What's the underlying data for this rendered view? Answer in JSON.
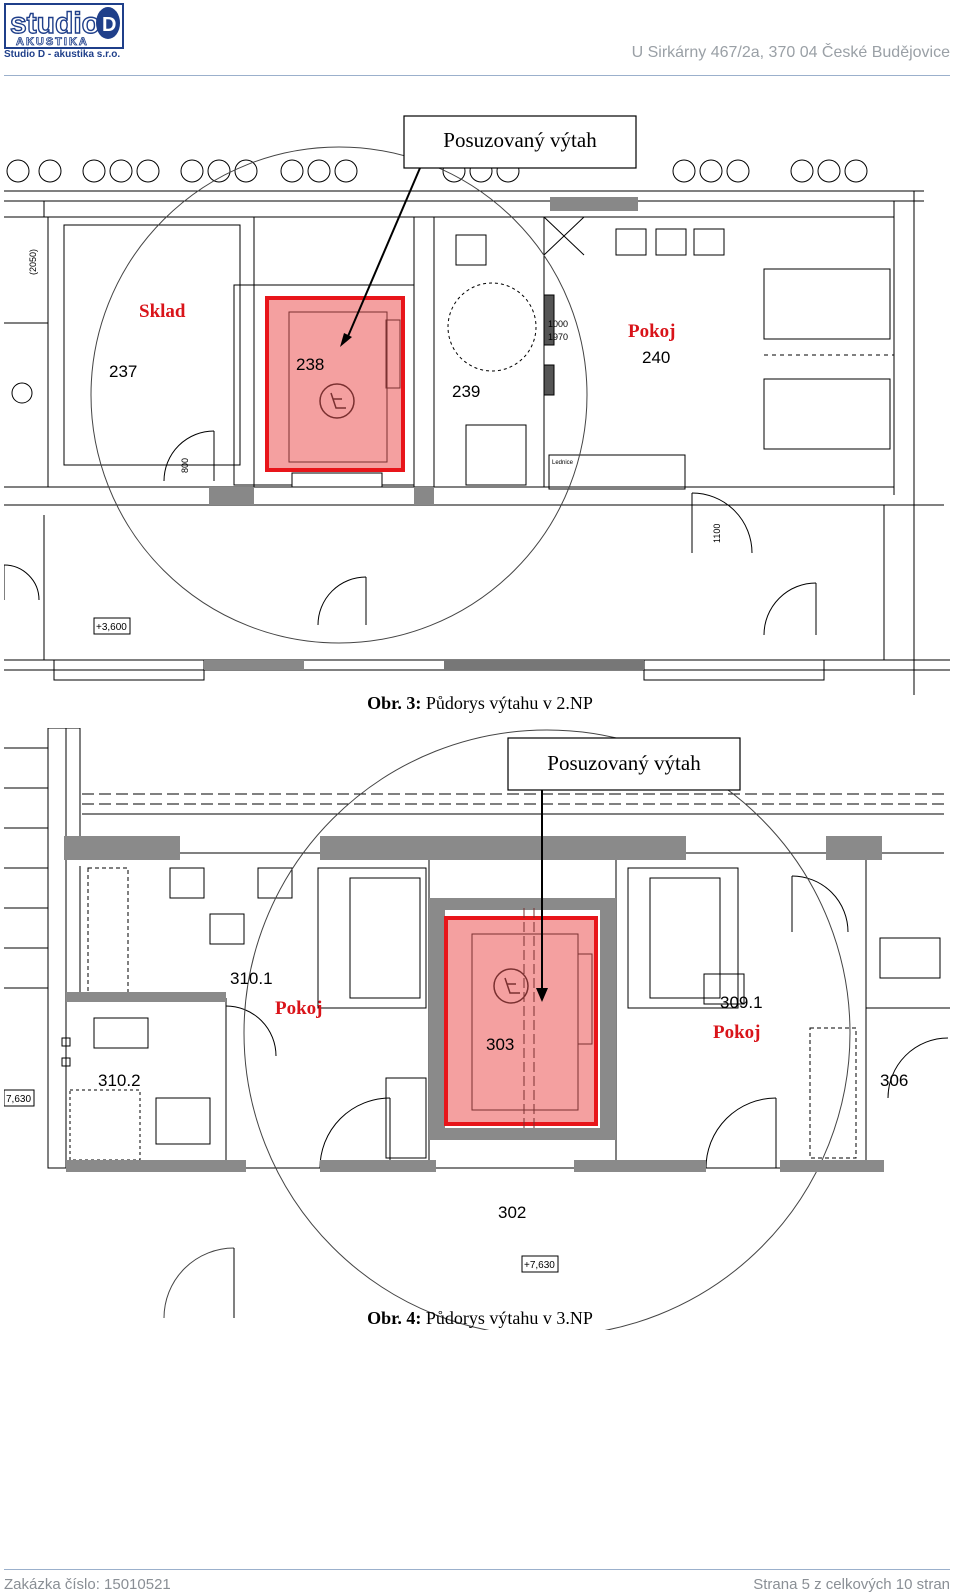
{
  "header": {
    "logo_text": "studio",
    "logo_letter": "D",
    "logo_sub": "AKUSTIKA",
    "company": "Studio D - akustika s.r.o.",
    "address": "U Sirkárny 467/2a, 370 04 České Budějovice"
  },
  "figure1": {
    "callout": "Posuzovaný výtah",
    "labels": {
      "sklad": "Sklad",
      "pokoj": "Pokoj",
      "room237": "237",
      "room238": "238",
      "room239": "239",
      "room240": "240",
      "level": "+3,600",
      "lednice": "Lednice",
      "dim1000": "1000",
      "dim1970": "1970",
      "dim800": "800",
      "dim1100": "1100",
      "dim2050": "(2050)"
    },
    "caption_label": "Obr. 3:",
    "caption_text": " Půdorys výtahu v 2.NP"
  },
  "figure2": {
    "callout": "Posuzovaný výtah",
    "labels": {
      "room310_1": "310.1",
      "room310_2": "310.2",
      "room309_1": "309.1",
      "room303": "303",
      "room306": "306",
      "room302": "302",
      "pokoj_left": "Pokoj",
      "pokoj_right": "Pokoj",
      "level": "+7,630",
      "level_left": "7,630"
    },
    "caption_label": "Obr. 4:",
    "caption_text": " Půdorys výtahu v 3.NP"
  },
  "footer": {
    "order": "Zakázka číslo: 15010521",
    "page": "Strana 5 z celkových 10 stran"
  },
  "colors": {
    "highlight_fill": "#f4a0a0",
    "highlight_stroke": "#e8151a",
    "label_red": "#d9141a",
    "logo_blue": "#1f3f8a",
    "rule": "#9bb0cc"
  }
}
